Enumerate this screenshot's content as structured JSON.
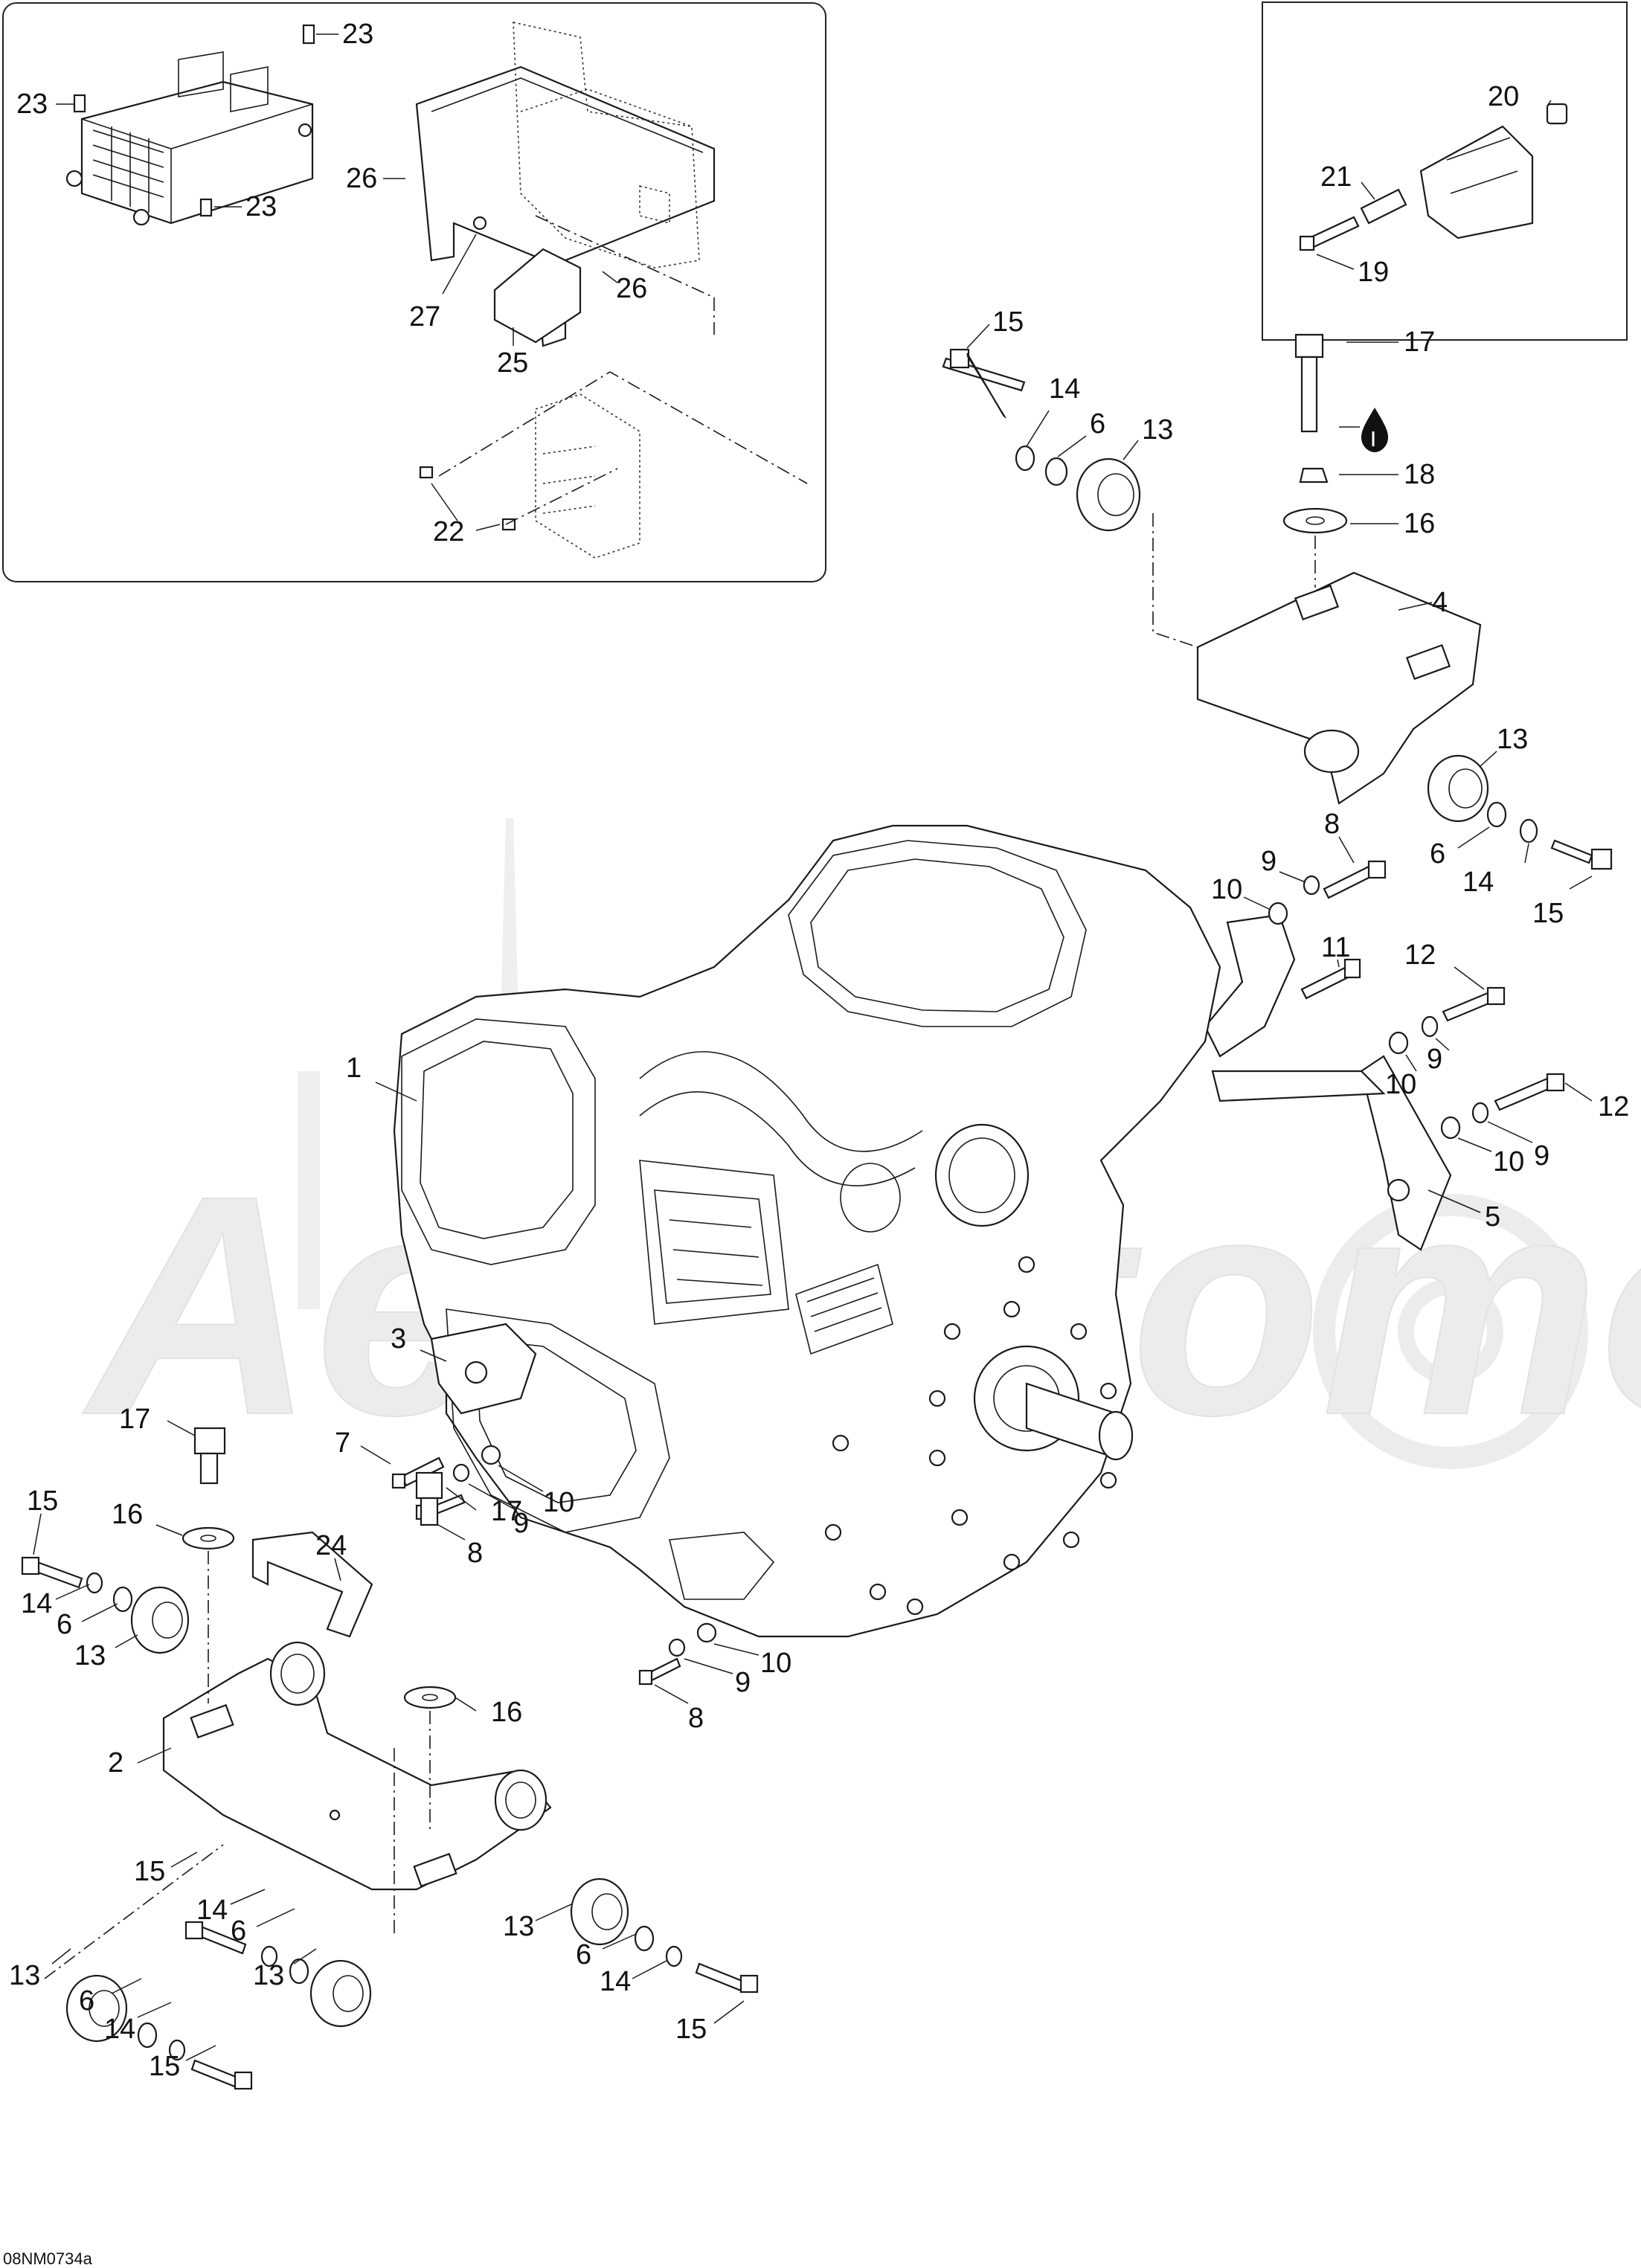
{
  "diagram": {
    "drawing_code": "08NM0734a",
    "watermark": "AeroAtomo"
  },
  "callouts": {
    "c1": "1",
    "c2": "2",
    "c3": "3",
    "c4": "4",
    "c5": "5",
    "c6a": "6",
    "c6b": "6",
    "c6c": "6",
    "c6d": "6",
    "c6e": "6",
    "c6f": "6",
    "c7": "7",
    "c8a": "8",
    "c8b": "8",
    "c8c": "8",
    "c9a": "9",
    "c9b": "9",
    "c9c": "9",
    "c9d": "9",
    "c9e": "9",
    "c10a": "10",
    "c10b": "10",
    "c10c": "10",
    "c10d": "10",
    "c10e": "10",
    "c11": "11",
    "c12a": "12",
    "c12b": "12",
    "c13a": "13",
    "c13b": "13",
    "c13c": "13",
    "c13d": "13",
    "c13e": "13",
    "c13f": "13",
    "c14a": "14",
    "c14b": "14",
    "c14c": "14",
    "c14d": "14",
    "c14e": "14",
    "c14f": "14",
    "c15a": "15",
    "c15b": "15",
    "c15c": "15",
    "c15d": "15",
    "c15e": "15",
    "c15f": "15",
    "c16a": "16",
    "c16b": "16",
    "c16c": "16",
    "c17a": "17",
    "c17b": "17",
    "c17c": "17",
    "c18": "18",
    "c19": "19",
    "c20": "20",
    "c21": "21",
    "c22": "22",
    "c23a": "23",
    "c23b": "23",
    "c23c": "23",
    "c24": "24",
    "c25": "25",
    "c26a": "26",
    "c26b": "26",
    "c27": "27"
  },
  "icons": {
    "loctite": "oil-drop-icon"
  }
}
